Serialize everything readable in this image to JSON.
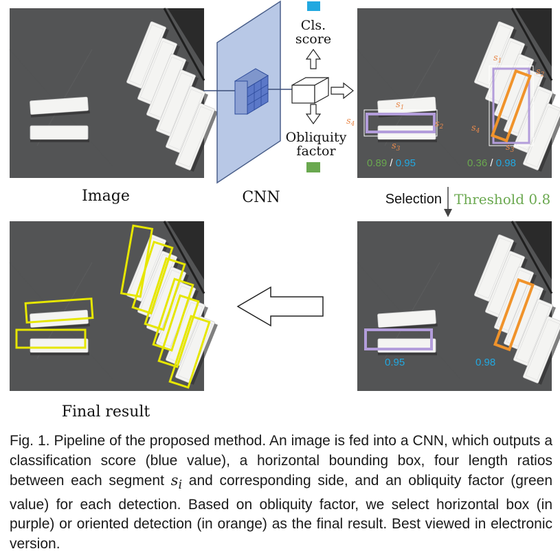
{
  "labels": {
    "image": "Image",
    "cnn": "CNN",
    "cls_score_line1": "Cls.",
    "cls_score_line2": "score",
    "obliquity_line1": "Obliquity",
    "obliquity_line2": "factor",
    "selection": "Selection",
    "threshold": "Threshold 0.8",
    "final_result": "Final result"
  },
  "annotations": {
    "green_left": "0.89",
    "blue_left": "0.95",
    "green_right": "0.36",
    "blue_right": "0.98",
    "slash": "/",
    "selected_left": "0.95",
    "selected_right": "0.98"
  },
  "segments": {
    "s1": "s",
    "sub1": "1",
    "s2": "s",
    "sub2": "2",
    "s3": "s",
    "sub3": "3",
    "s4": "s",
    "sub4": "4"
  },
  "colors": {
    "cls_score": "#22a8e0",
    "obliquity": "#6aa84f",
    "horizontal_box": "#b39ddb",
    "oriented_box": "#f0932b",
    "final_box": "#e6e600",
    "cnn_fill": "#b8c8e6",
    "threshold_text": "#6aa84f"
  },
  "caption": {
    "part1": "Fig. 1. Pipeline of the proposed method. An image is fed into a CNN, which outputs a classification score (blue value), a horizontal bounding box, four length ratios between each segment ",
    "si_symbol": "s",
    "si_sub": "i",
    "part2": " and corresponding side, and an obliquity factor (green value) for each detection. Based on obliquity factor, we select horizontal box (in purple) or oriented detection (in orange) as the final result. Best viewed in electronic version."
  }
}
